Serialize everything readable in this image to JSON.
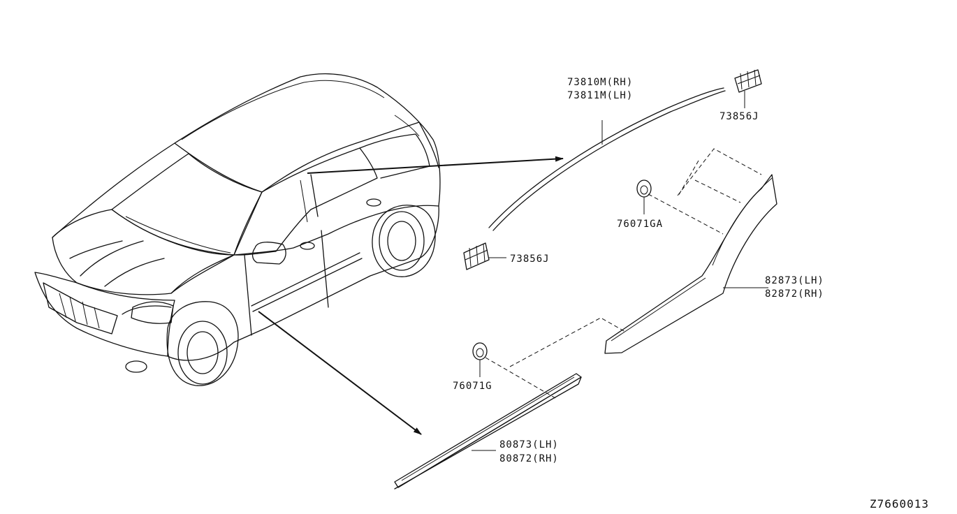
{
  "diagram_code": "Z7660013",
  "parts": {
    "roof_molding": {
      "line1": "73810M(RH)",
      "line2": "73811M(LH)"
    },
    "clip_rear": {
      "label": "73856J"
    },
    "clip_front": {
      "label": "73856J"
    },
    "grommet_upper": {
      "label": "76071GA"
    },
    "grommet_lower": {
      "label": "76071G"
    },
    "fender_molding": {
      "line1": "82873(LH)",
      "line2": "82872(RH)"
    },
    "sill_molding": {
      "line1": "80873(LH)",
      "line2": "80872(RH)"
    }
  }
}
